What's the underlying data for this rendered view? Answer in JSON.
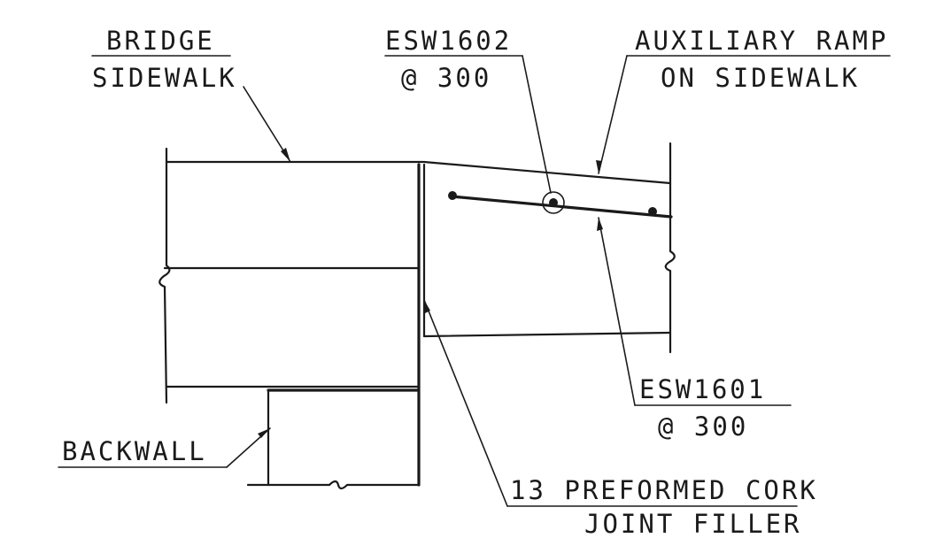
{
  "labels": {
    "bridge_sidewalk_line1": "BRIDGE",
    "bridge_sidewalk_line2": "SIDEWALK",
    "esw1602_line1": "ESW1602",
    "esw1602_line2": "@ 300",
    "aux_ramp_line1": "AUXILIARY RAMP",
    "aux_ramp_line2": "ON SIDEWALK",
    "esw1601_line1": "ESW1601",
    "esw1601_line2": "@ 300",
    "backwall": "BACKWALL",
    "cork_line1": "13 PREFORMED CORK",
    "cork_line2": "JOINT FILLER"
  }
}
